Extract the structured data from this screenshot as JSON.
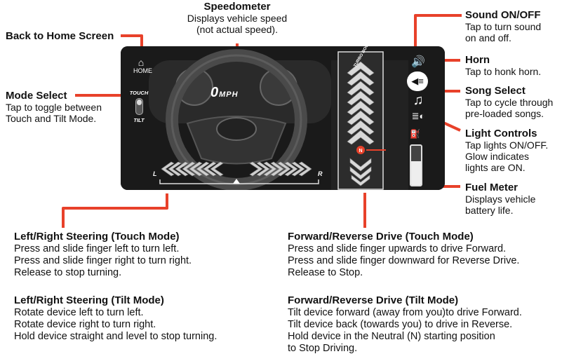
{
  "colors": {
    "accent": "#e8412a",
    "screen_bg": "#151515",
    "text": "#111111"
  },
  "screen": {
    "home_label": "HOME",
    "mode_touch_label": "TOUCH",
    "mode_tilt_label": "TILT",
    "speed_value": "0",
    "speed_unit": "MPH",
    "steer_left_label": "L",
    "steer_right_label": "R",
    "drive_top_label": "TURBO BOOST",
    "neutral_label": "N",
    "fuel_level": 0.6,
    "icons": [
      "home-icon",
      "speaker-icon",
      "horn-icon",
      "music-note-icon",
      "headlight-icon",
      "fuel-icon",
      "steering-wheel-icon"
    ]
  },
  "callouts": {
    "back_home": {
      "title": "Back to Home Screen"
    },
    "speedometer": {
      "title": "Speedometer",
      "desc": [
        "Displays vehicle speed",
        "(not actual speed)."
      ]
    },
    "mode_select": {
      "title": "Mode Select",
      "desc": [
        "Tap to toggle between",
        "Touch and Tilt Mode."
      ]
    },
    "sound": {
      "title": "Sound ON/OFF",
      "desc": [
        "Tap to turn sound",
        "on and off."
      ]
    },
    "horn": {
      "title": "Horn",
      "desc": [
        "Tap to honk horn."
      ]
    },
    "song": {
      "title": "Song Select",
      "desc": [
        "Tap to cycle through",
        "pre-loaded songs."
      ]
    },
    "lights": {
      "title": "Light Controls",
      "desc": [
        "Tap lights ON/OFF.",
        "Glow indicates",
        "lights are ON."
      ]
    },
    "fuel": {
      "title": "Fuel Meter",
      "desc": [
        "Displays vehicle",
        "battery life."
      ]
    }
  },
  "sections": {
    "steer_touch": {
      "title": "Left/Right Steering (Touch Mode)",
      "lines": [
        "Press and slide finger left to turn left.",
        "Press and slide finger right to turn right.",
        "Release to stop turning."
      ]
    },
    "steer_tilt": {
      "title": "Left/Right Steering (Tilt Mode)",
      "lines": [
        "Rotate device left to turn left.",
        "Rotate device right to turn right.",
        "Hold device straight and level to stop turning."
      ]
    },
    "drive_touch": {
      "title": "Forward/Reverse Drive (Touch Mode)",
      "lines": [
        "Press and slide finger upwards to drive Forward.",
        "Press and slide finger downward for Reverse Drive.",
        "Release to Stop."
      ]
    },
    "drive_tilt": {
      "title": "Forward/Reverse Drive (Tilt Mode)",
      "lines": [
        "Tilt device forward (away from you)to drive Forward.",
        "Tilt device back (towards you) to drive in Reverse.",
        "Hold device in the Neutral (N) starting position",
        "to Stop Driving."
      ]
    }
  }
}
